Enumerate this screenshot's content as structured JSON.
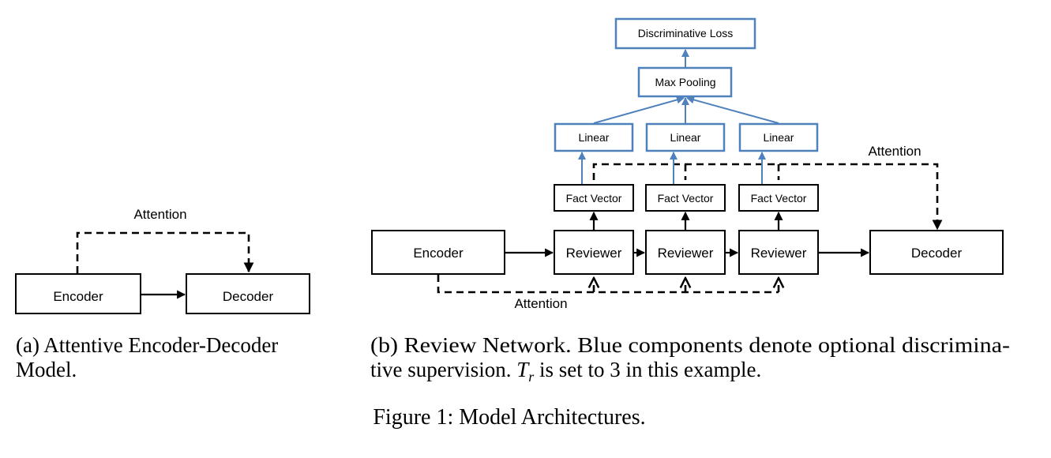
{
  "colors": {
    "optional_component": "#4f81bd",
    "core_component": "#000000"
  },
  "diagram_a": {
    "nodes": {
      "encoder": "Encoder",
      "decoder": "Decoder"
    },
    "attention_label": "Attention",
    "caption_line1": "(a) Attentive Encoder-Decoder",
    "caption_line2": "Model."
  },
  "diagram_b": {
    "nodes": {
      "discriminative_loss": "Discriminative Loss",
      "max_pooling": "Max Pooling",
      "linear_1": "Linear",
      "linear_2": "Linear",
      "linear_3": "Linear",
      "fact_vector_1": "Fact Vector",
      "fact_vector_2": "Fact Vector",
      "fact_vector_3": "Fact Vector",
      "encoder": "Encoder",
      "reviewer_1": "Reviewer",
      "reviewer_2": "Reviewer",
      "reviewer_3": "Reviewer",
      "decoder": "Decoder"
    },
    "attention_top_label": "Attention",
    "attention_bottom_label": "Attention",
    "caption_line1": "(b) Review Network. Blue components denote optional discrimina-",
    "caption_line2_pre": "tive supervision. ",
    "caption_math_var": "T",
    "caption_math_sub": "r",
    "caption_line2_mid": " is set to ",
    "caption_number": "3",
    "caption_line2_post": " in this example."
  },
  "figure_caption": "Figure 1: Model Architectures."
}
